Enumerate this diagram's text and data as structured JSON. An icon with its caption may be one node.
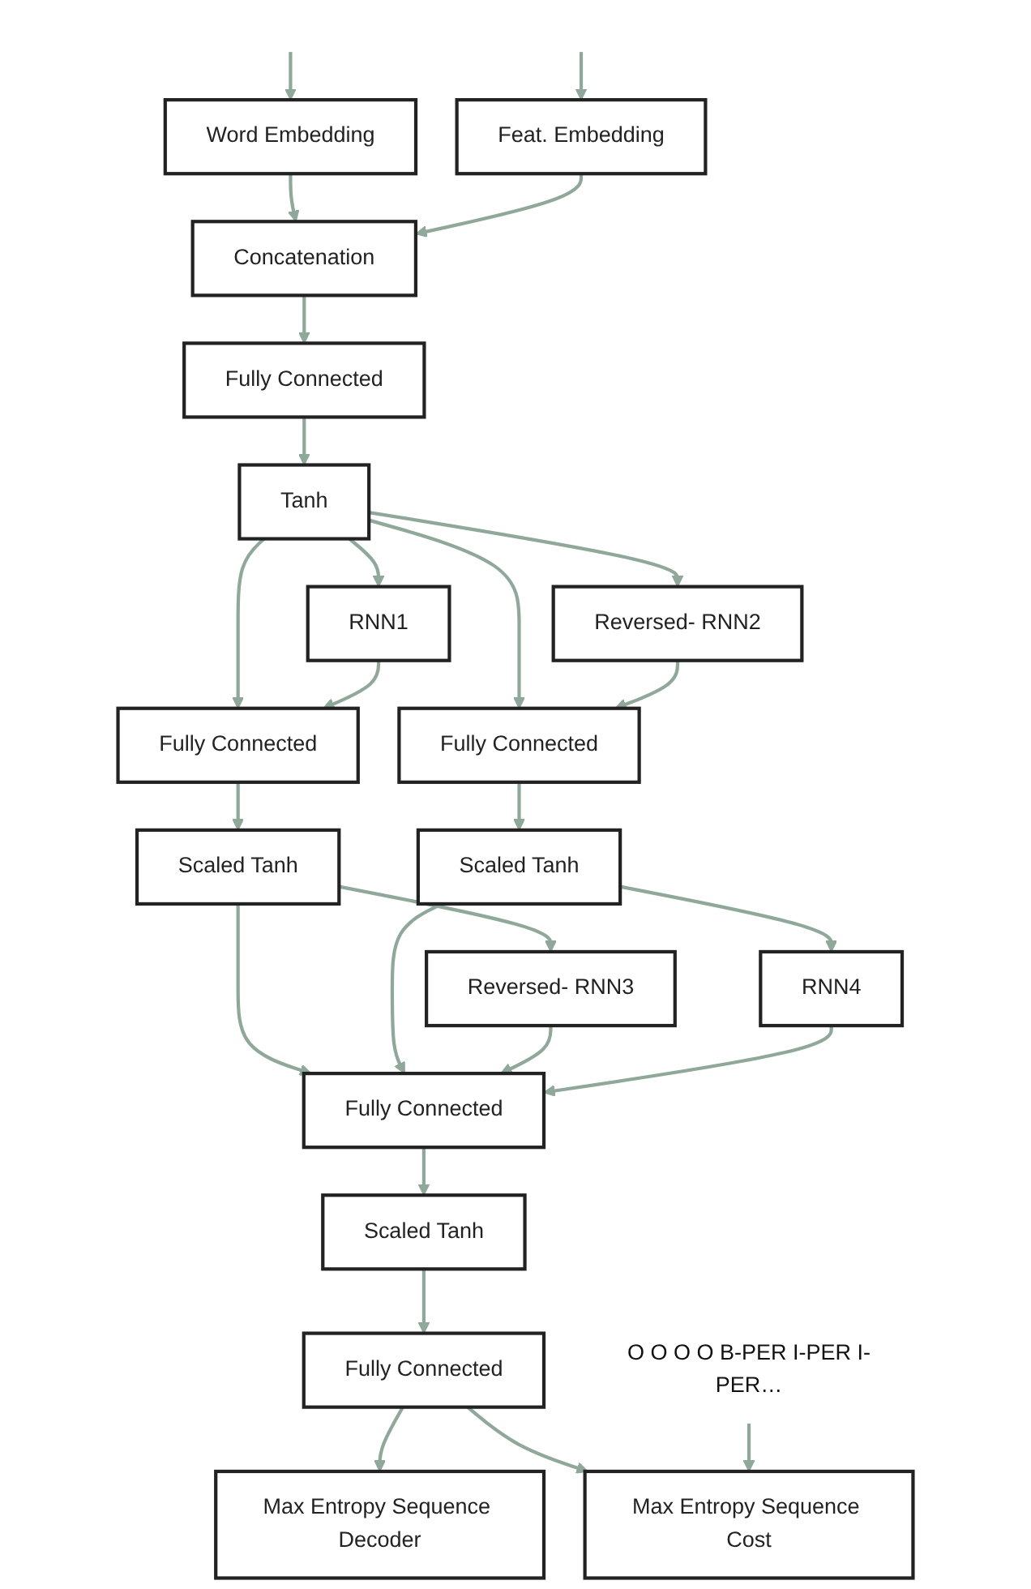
{
  "diagram": {
    "nodes": [
      {
        "text": [
          "Word Embedding"
        ]
      },
      {
        "text": [
          "Feat. Embedding"
        ]
      },
      {
        "text": [
          "Concatenation"
        ]
      },
      {
        "text": [
          "Fully Connected"
        ]
      },
      {
        "text": [
          "Tanh"
        ]
      },
      {
        "text": [
          "RNN1"
        ]
      },
      {
        "text": [
          "Reversed- RNN2"
        ]
      },
      {
        "text": [
          "Fully Connected"
        ]
      },
      {
        "text": [
          "Fully Connected"
        ]
      },
      {
        "text": [
          "Scaled Tanh"
        ]
      },
      {
        "text": [
          "Scaled Tanh"
        ]
      },
      {
        "text": [
          "Reversed- RNN3"
        ]
      },
      {
        "text": [
          "RNN4"
        ]
      },
      {
        "text": [
          "Fully Connected"
        ]
      },
      {
        "text": [
          "Scaled Tanh"
        ]
      },
      {
        "text": [
          "Fully Connected"
        ]
      },
      {
        "text": [
          "Max Entropy Sequence Decoder"
        ]
      },
      {
        "text": [
          "Max Entropy Sequence Cost"
        ]
      },
      {
        "text": [
          "O O O O B-PER I-PER I-PER…"
        ]
      }
    ],
    "edges": [
      {
        "from": null,
        "to": 0,
        "arrow": "to"
      },
      {
        "from": null,
        "to": 1,
        "arrow": "to"
      },
      {
        "from": 0,
        "to": 2,
        "arrow": "to"
      },
      {
        "from": 1,
        "to": 2,
        "arrow": "to"
      },
      {
        "from": 2,
        "to": 3,
        "arrow": "to"
      },
      {
        "from": 3,
        "to": 4,
        "arrow": "to"
      },
      {
        "from": 4,
        "to": 5,
        "arrow": "to"
      },
      {
        "from": 4,
        "to": 6,
        "arrow": "to"
      },
      {
        "from": 4,
        "to": 7,
        "arrow": "to"
      },
      {
        "from": 4,
        "to": 8,
        "arrow": "to"
      },
      {
        "from": 5,
        "to": 7,
        "arrow": "to"
      },
      {
        "from": 6,
        "to": 8,
        "arrow": "to"
      },
      {
        "from": 7,
        "to": 9,
        "arrow": "to"
      },
      {
        "from": 8,
        "to": 10,
        "arrow": "to"
      },
      {
        "from": 9,
        "to": 11,
        "arrow": "to"
      },
      {
        "from": 10,
        "to": 12,
        "arrow": "to"
      },
      {
        "from": 9,
        "to": 13,
        "arrow": "to"
      },
      {
        "from": 10,
        "to": 13,
        "arrow": "to"
      },
      {
        "from": 11,
        "to": 13,
        "arrow": "to"
      },
      {
        "from": 12,
        "to": 13,
        "arrow": "to"
      },
      {
        "from": 13,
        "to": 14,
        "arrow": "to"
      },
      {
        "from": 14,
        "to": 15,
        "arrow": "to"
      },
      {
        "from": 15,
        "to": 16,
        "arrow": "to"
      },
      {
        "from": 15,
        "to": 17,
        "arrow": "to"
      },
      {
        "from": 18,
        "to": 17,
        "arrow": "to"
      }
    ]
  }
}
